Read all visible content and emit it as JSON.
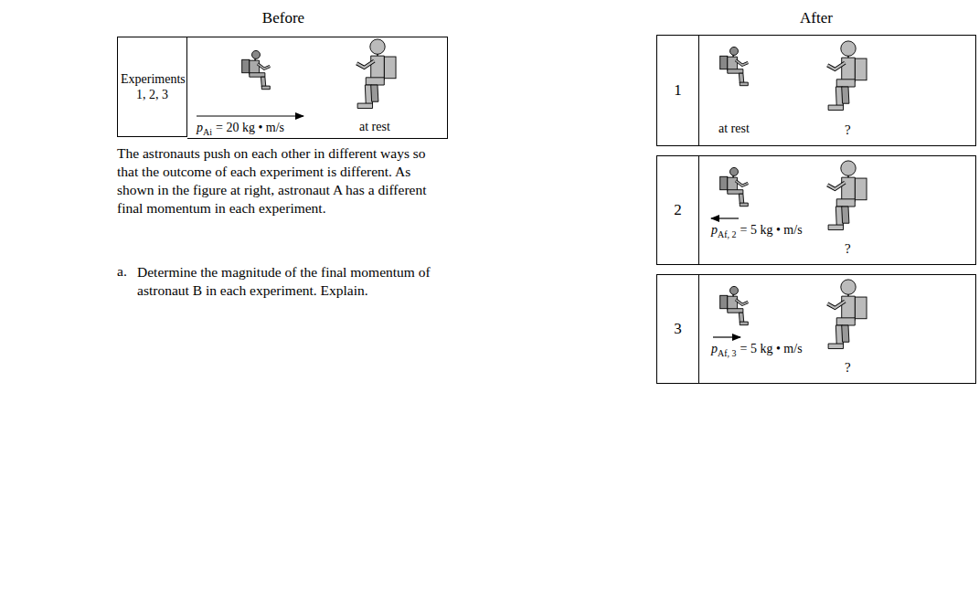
{
  "diagram": {
    "nodes": [
      {
        "text": [
          "Experiments 1, 2, 3"
        ]
      },
      {
        "text": [
          "p",
          "Ai",
          "= 20 kg • m/s",
          "at rest"
        ]
      },
      {
        "text": [
          "1"
        ]
      },
      {
        "text": [
          "at rest",
          "?"
        ]
      },
      {
        "text": [
          "2"
        ]
      },
      {
        "text": [
          "p",
          "Af, 2",
          "= 5 kg • m/s",
          "?"
        ]
      },
      {
        "text": [
          "3"
        ]
      },
      {
        "text": [
          "p",
          "Af, 3",
          "= 5 kg • m/s",
          "?"
        ]
      }
    ],
    "labels": [
      "Before",
      "After",
      "The astronauts push on each other in different ways so that the outcome of each experiment is different. As shown in the figure at right, astronaut A has a different final momentum in each experiment.",
      "a.",
      "Determine the magnitude of the final momentum of astronaut B in each experiment. Explain."
    ]
  }
}
